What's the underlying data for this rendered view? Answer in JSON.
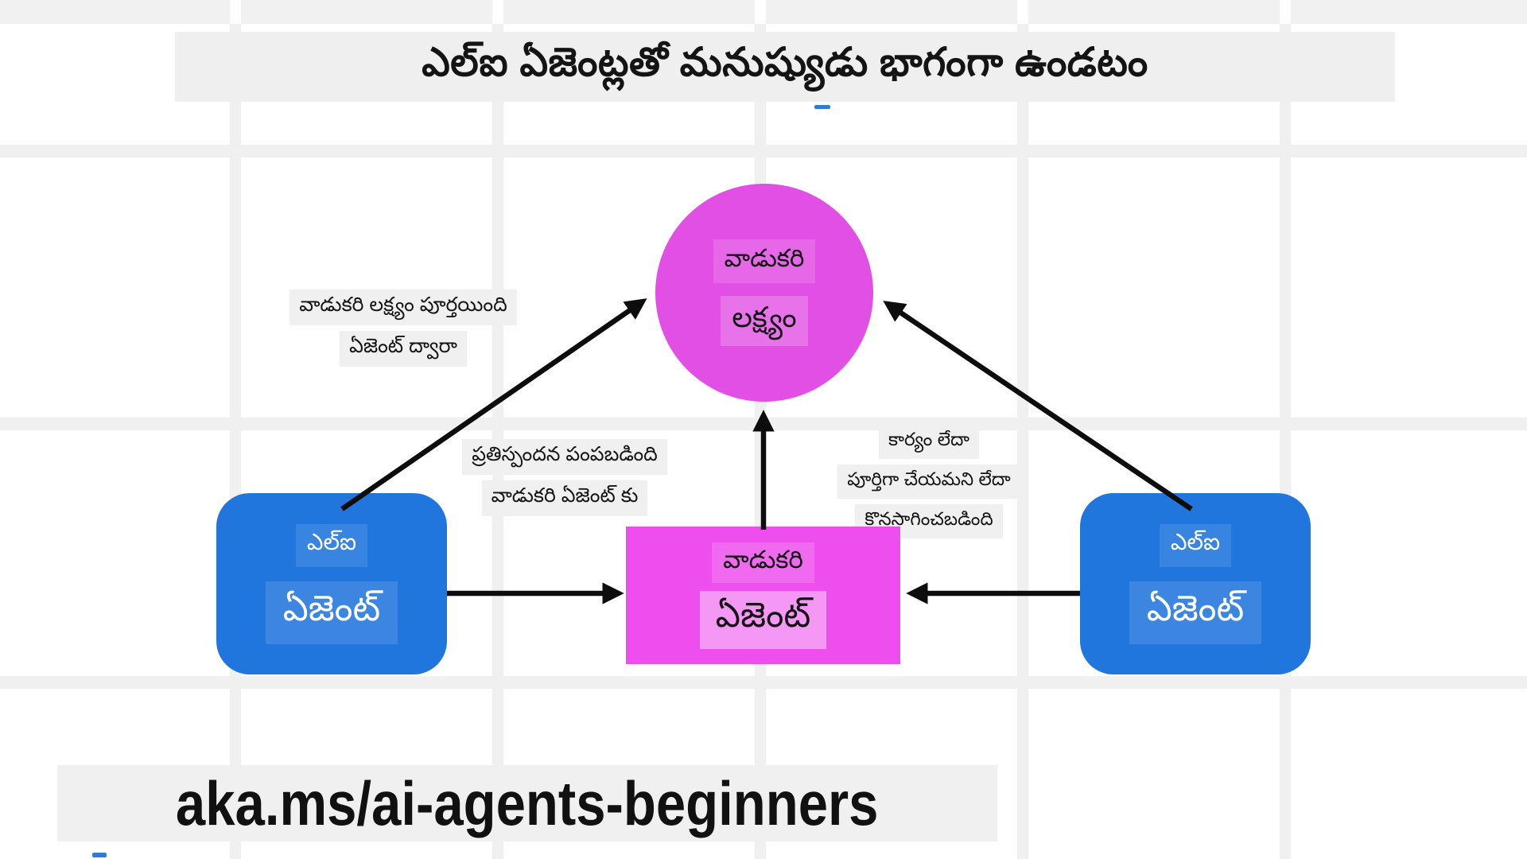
{
  "title": "ఎల్ఐ ఏజెంట్లతో మనుష్యుడు భాగంగా ఉండటం",
  "goal_circle": {
    "line1": "వాడుకరి",
    "line2": "లక్ష్యం"
  },
  "user_agent_box": {
    "line1": "వాడుకరి",
    "line2": "ఏజెంట్"
  },
  "left_agent_box": {
    "line1": "ఎల్ఐ",
    "line2": "ఏజెంట్"
  },
  "right_agent_box": {
    "line1": "ఎల్ఐ",
    "line2": "ఏజెంట్"
  },
  "annotations": {
    "goal_completed": {
      "line1": "వాడుకరి లక్ష్యం పూర్తయింది",
      "line2": "ఏజెంట్ ద్వారా"
    },
    "response_sent": {
      "line1": "ప్రతిస్పందన పంపబడింది",
      "line2": "వాడుకరి ఏజెంట్ కు"
    },
    "task_forwarded": {
      "line1": "కార్యం లేదా",
      "line2": "పూర్తిగా చేయమని లేదా",
      "line3": "కొనసాగించబడింది"
    }
  },
  "footer": {
    "link": "aka.ms/ai-agents-beginners"
  },
  "colors": {
    "goal_magenta": "#e24fe4",
    "agent_pink": "#ee4eee",
    "ai_blue": "#2176de",
    "label_gray": "#f0f0f0",
    "arrow_black": "#0d0d0d",
    "accent_blue_mark": "#2e7cd6"
  }
}
